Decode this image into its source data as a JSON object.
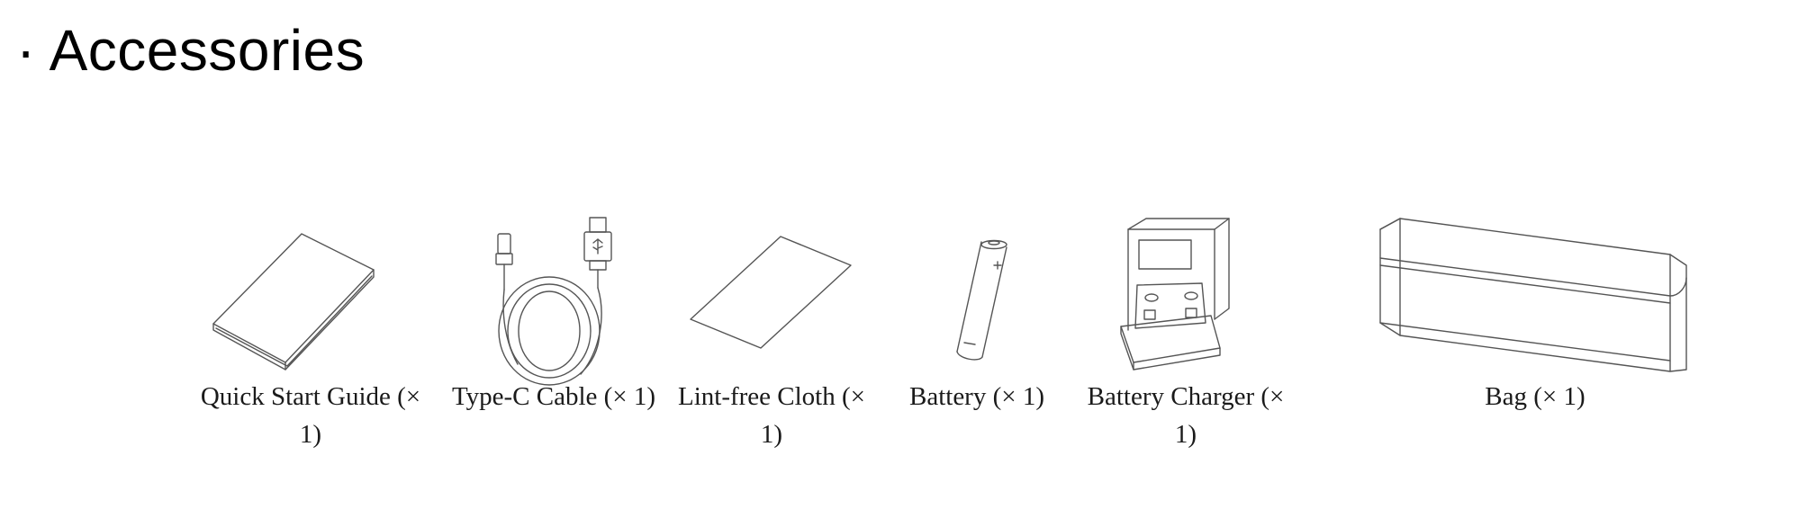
{
  "section": {
    "bullet": "·",
    "title": "Accessories"
  },
  "accessories": [
    {
      "label": "Quick Start Guide (× 1)",
      "icon": "booklet-icon"
    },
    {
      "label": "Type-C Cable (× 1)",
      "icon": "usb-cable-icon"
    },
    {
      "label": "Lint-free Cloth (× 1)",
      "icon": "cloth-icon"
    },
    {
      "label": "Battery (× 1)",
      "icon": "battery-icon"
    },
    {
      "label": "Battery Charger (× 1)",
      "icon": "charger-icon"
    },
    {
      "label": "Bag (× 1)",
      "icon": "bag-icon"
    }
  ]
}
